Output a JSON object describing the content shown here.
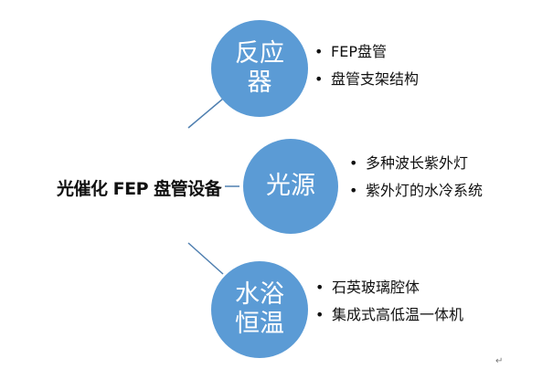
{
  "root": {
    "label": "光催化 FEP 盘管设备"
  },
  "nodes": [
    {
      "label": "反应器",
      "items": [
        "FEP盘管",
        "盘管支架结构"
      ]
    },
    {
      "label": "光源",
      "items": [
        "多种波长紫外灯",
        "紫外灯的水冷系统"
      ]
    },
    {
      "label": "水浴恒温",
      "items": [
        "石英玻璃腔体",
        "集成式高低温一体机"
      ]
    }
  ],
  "bullet": "•",
  "end_mark": "↵",
  "colors": {
    "node_fill": "#5b9bd5",
    "connector": "#4f7fb0",
    "text": "#111111"
  }
}
